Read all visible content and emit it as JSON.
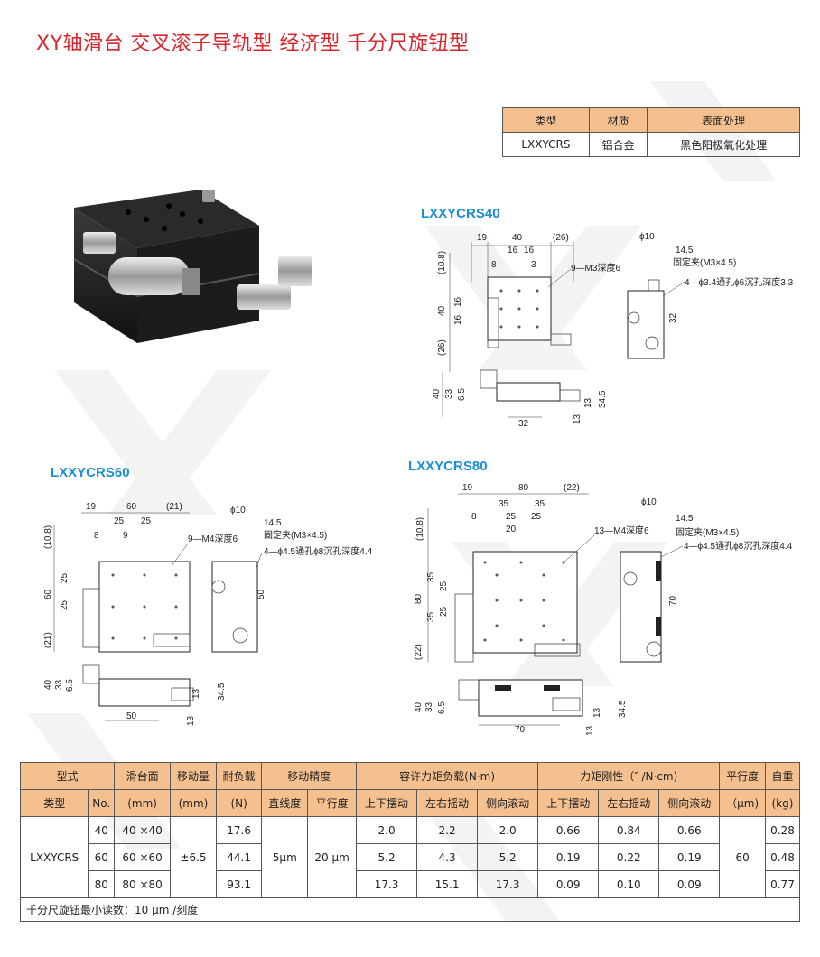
{
  "title": "XY轴滑台 交叉滚子导轨型 经济型 千分尺旋钮型",
  "material_table": {
    "headers": [
      "类型",
      "材质",
      "表面处理"
    ],
    "row": [
      "LXXYCRS",
      "铝合金",
      "黑色阳极氧化处理"
    ]
  },
  "models": {
    "m40": {
      "label": "LXXYCRS40",
      "dims": {
        "d19": "19",
        "d40": "40",
        "d26": "(26)",
        "d16a": "16",
        "d16b": "16",
        "d8": "8",
        "d3": "3",
        "hole_note": "9—M3深度6",
        "phi10": "ϕ10",
        "d14_5": "14.5",
        "clamp": "固定夹(M3×4.5)",
        "thru": "4—ϕ3.4通孔ϕ6沉孔深度3.3",
        "d10_8": "(10.8)",
        "v16a": "16",
        "v16b": "16",
        "v40": "40",
        "v26": "(26)",
        "v32": "32",
        "h40": "40",
        "h33": "33",
        "h6_5": "6.5",
        "h32": "32",
        "h13a": "13",
        "h13b": "13",
        "h34_5": "34.5"
      }
    },
    "m60": {
      "label": "LXXYCRS60",
      "dims": {
        "d19": "19",
        "d60": "60",
        "d21": "(21)",
        "d25a": "25",
        "d25b": "25",
        "d8": "8",
        "d9": "9",
        "hole_note": "9—M4深度6",
        "phi10": "ϕ10",
        "d14_5": "14.5",
        "clamp": "固定夹(M3×4.5)",
        "thru": "4—ϕ4.5通孔ϕ8沉孔深度4.4",
        "d10_8": "(10.8)",
        "v25a": "25",
        "v25b": "25",
        "v60": "60",
        "v21": "(21)",
        "v50": "50",
        "h40": "40",
        "h33": "33",
        "h6_5": "6.5",
        "h50": "50",
        "h13a": "13",
        "h13b": "13",
        "h34_5": "34.5"
      }
    },
    "m80": {
      "label": "LXXYCRS80",
      "dims": {
        "d19": "19",
        "d80": "80",
        "d22": "(22)",
        "d35a": "35",
        "d35b": "35",
        "d8": "8",
        "d25a": "25",
        "d25b": "25",
        "d20": "20",
        "hole_note": "13—M4深度6",
        "phi10": "ϕ10",
        "d14_5": "14.5",
        "clamp": "固定夹(M3×4.5)",
        "thru": "4—ϕ4.5通孔ϕ8沉孔深度4.4",
        "d10_8": "(10.8)",
        "v35a": "35",
        "v35b": "35",
        "v25a": "25",
        "v25b": "25",
        "v80": "80",
        "v22": "(22)",
        "v70": "70",
        "h40": "40",
        "h33": "33",
        "h6_5": "6.5",
        "h70": "70",
        "h13a": "13",
        "h13b": "13",
        "h34_5": "34.5"
      }
    }
  },
  "spec": {
    "h1": [
      "型式",
      "滑台面",
      "移动量",
      "耐负载",
      "移动精度",
      "容许力矩负载(N·m)",
      "力矩刚性（″  /N·cm)",
      "平行度",
      "自重"
    ],
    "h2": [
      "类型",
      "No.",
      "(mm)",
      "(mm)",
      "(N)",
      "直线度",
      "平行度",
      "上下摆动",
      "左右摇动",
      "侧向滚动",
      "上下摆动",
      "左右摇动",
      "侧向滚动",
      "（μm)",
      "(kg)"
    ],
    "type": "LXXYCRS",
    "travel": "±6.5",
    "straightness": "5μm",
    "parallelism_move": "20 μm",
    "parallelism": "60",
    "rows": [
      {
        "no": "40",
        "size": "40 ×40",
        "load": "17.6",
        "m1": "2.0",
        "m2": "2.2",
        "m3": "2.0",
        "r1": "0.66",
        "r2": "0.84",
        "r3": "0.66",
        "w": "0.28"
      },
      {
        "no": "60",
        "size": "60 ×60",
        "load": "44.1",
        "m1": "5.2",
        "m2": "4.3",
        "m3": "5.2",
        "r1": "0.19",
        "r2": "0.22",
        "r3": "0.19",
        "w": "0.48"
      },
      {
        "no": "80",
        "size": "80 ×80",
        "load": "93.1",
        "m1": "17.3",
        "m2": "15.1",
        "m3": "17.3",
        "r1": "0.09",
        "r2": "0.10",
        "r3": "0.09",
        "w": "0.77"
      }
    ],
    "footnote": "千分尺旋钮最小读数：10 μm /刻度"
  },
  "colors": {
    "title": "#d9262c",
    "model_label": "#1a8fd6",
    "header_bg": "#f5c08f"
  }
}
